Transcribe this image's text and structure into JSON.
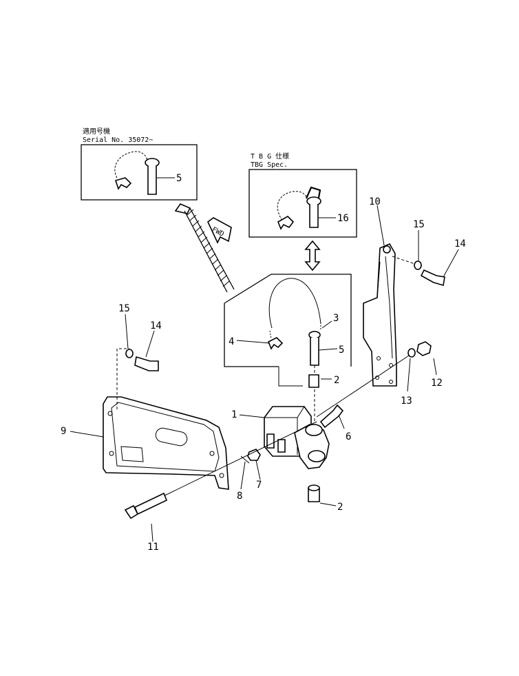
{
  "insets": {
    "serial": {
      "caption_line1": "適用号機",
      "caption_line2": "Serial No. 35072~",
      "part_label": "5"
    },
    "tbg": {
      "caption_line1": "T B G 仕様",
      "caption_line2": "TBG Spec.",
      "part_label": "16"
    }
  },
  "fwd_label": "FWD",
  "callouts": [
    "1",
    "2",
    "2",
    "3",
    "4",
    "5",
    "6",
    "7",
    "8",
    "9",
    "10",
    "11",
    "12",
    "13",
    "14",
    "14",
    "15",
    "15"
  ]
}
